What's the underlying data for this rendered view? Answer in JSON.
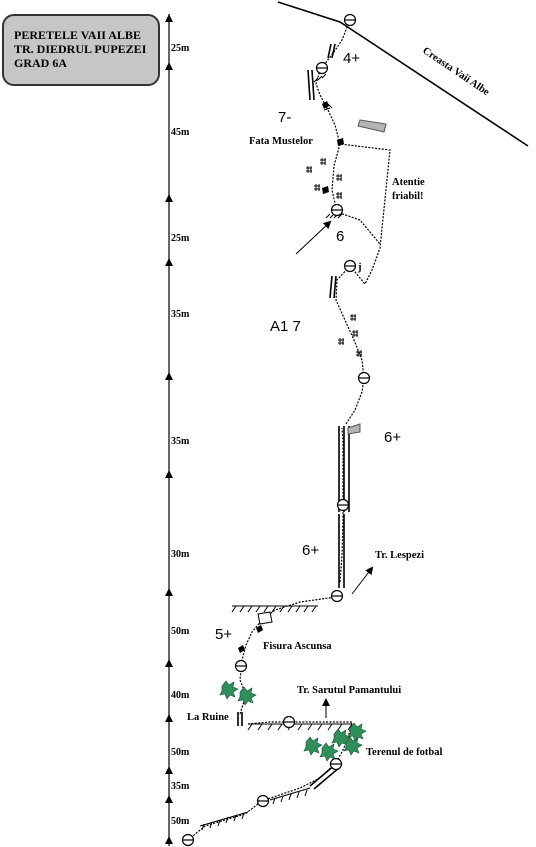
{
  "title": {
    "lines": [
      "PERETELE VAII ALBE",
      "TR. DIEDRUL PUPEZEI",
      "GRAD 6A"
    ]
  },
  "ridge_label": "Creasta Vaii Albe",
  "pitch_lengths": [
    "25m",
    "45m",
    "25m",
    "35m",
    "35m",
    "30m",
    "50m",
    "40m",
    "50m",
    "35m",
    "50m"
  ],
  "grades": [
    "4+",
    "7-",
    "6",
    "A1 7",
    "6+",
    "6+",
    "5+"
  ],
  "annotations": {
    "fata_mustelor": "Fata Mustelor",
    "atentie": "Atentie",
    "friabil": "friabil!",
    "j_mark": "j",
    "tr_lespezi": "Tr. Lespezi",
    "fisura_ascunsa": "Fisura Ascunsa",
    "tr_sarutul": "Tr. Sarutul Pamantului",
    "la_ruine": "La Ruine",
    "terenul": "Terenul de fotbal"
  },
  "colors": {
    "line": "#000000",
    "title_fill": "#c6c6c6",
    "vegetation": "#2f8f5b",
    "block": "#b4b4b4"
  }
}
